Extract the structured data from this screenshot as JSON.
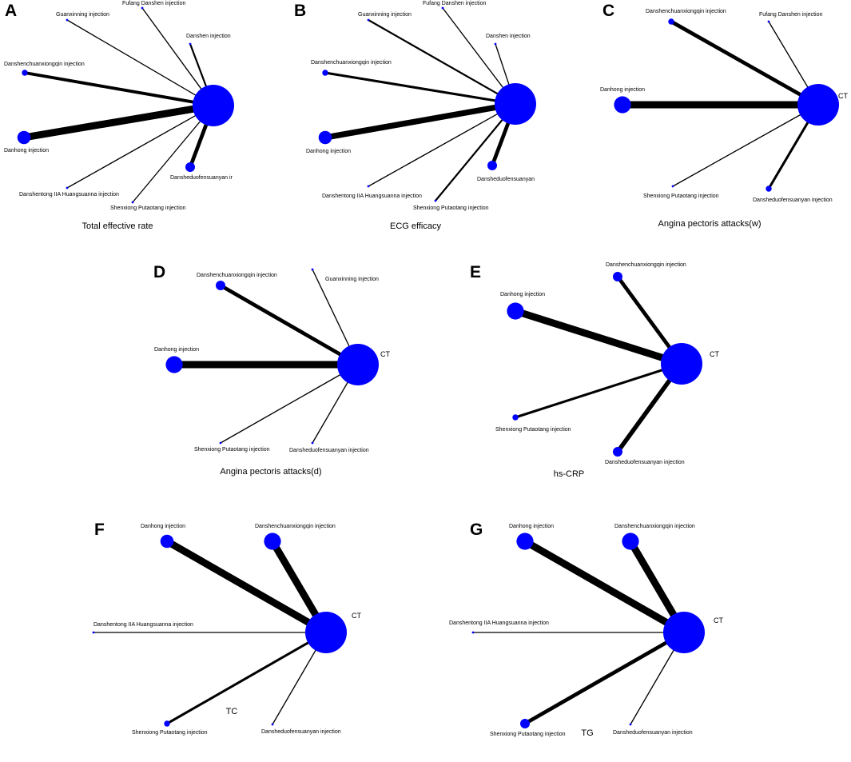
{
  "colors": {
    "node": "#0000ff",
    "edge": "#000000"
  },
  "panels": [
    {
      "letter": "A",
      "caption": "Total effective rate",
      "center": {
        "label": "",
        "size": 10
      },
      "nodes": [
        {
          "label": "Guanxinning injection",
          "size": 1,
          "edge": 1
        },
        {
          "label": "Fufang Danshen injection",
          "size": 1,
          "edge": 1
        },
        {
          "label": "Danshen injection",
          "size": 1,
          "edge": 2
        },
        {
          "label": "Danshenchuanxiongqin injection",
          "size": 2,
          "edge": 4
        },
        {
          "label": "Danhong injection",
          "size": 4,
          "edge": 10
        },
        {
          "label": "Dansheduofensuanyan ir",
          "size": 3,
          "edge": 5
        },
        {
          "label": "Danshentong IIA Huangsuanna injection",
          "size": 1,
          "edge": 1
        },
        {
          "label": "Shenxiong Putaotang injection",
          "size": 1,
          "edge": 1
        }
      ]
    },
    {
      "letter": "B",
      "caption": "ECG efficacy",
      "center": {
        "label": "",
        "size": 10
      },
      "nodes": [
        {
          "label": "Guanxinning injection",
          "size": 1,
          "edge": 2
        },
        {
          "label": "Fufang Danshen injection",
          "size": 1,
          "edge": 1
        },
        {
          "label": "Danshen injection",
          "size": 1,
          "edge": 1
        },
        {
          "label": "Danshenchuanxiongqin injection",
          "size": 2,
          "edge": 3
        },
        {
          "label": "Danhong injection",
          "size": 4,
          "edge": 8
        },
        {
          "label": "Dansheduofensuanyan",
          "size": 3,
          "edge": 5
        },
        {
          "label": "Danshentong IIA Huangsuanna injection",
          "size": 1,
          "edge": 1
        },
        {
          "label": "Shenxiong Putaotang injection",
          "size": 1,
          "edge": 2
        }
      ]
    },
    {
      "letter": "C",
      "caption": "Angina pectoris attacks(w)",
      "center": {
        "label": "CT",
        "size": 10
      },
      "nodes": [
        {
          "label": "Danshenchuanxiongqin injection",
          "size": 2,
          "edge": 5
        },
        {
          "label": "Fufang Danshen injection",
          "size": 1,
          "edge": 1
        },
        {
          "label": "Danhong injection",
          "size": 5,
          "edge": 10
        },
        {
          "label": "Shenxiong Putaotang injection",
          "size": 1,
          "edge": 1
        },
        {
          "label": "Dansheduofensuanyan injection",
          "size": 2,
          "edge": 3
        }
      ]
    },
    {
      "letter": "D",
      "caption": "Angina pectoris attacks(d)",
      "center": {
        "label": "CT",
        "size": 10
      },
      "nodes": [
        {
          "label": "Danshenchuanxiongqin injection",
          "size": 3,
          "edge": 5
        },
        {
          "label": "Guanxinning injection",
          "size": 1,
          "edge": 1
        },
        {
          "label": "Danhong injection",
          "size": 5,
          "edge": 10
        },
        {
          "label": "Shenxiong Putaotang injection",
          "size": 1,
          "edge": 1
        },
        {
          "label": "Dansheduofensuanyan injection",
          "size": 1,
          "edge": 1
        }
      ]
    },
    {
      "letter": "E",
      "caption": "hs-CRP",
      "center": {
        "label": "CT",
        "size": 10
      },
      "nodes": [
        {
          "label": "Danshenchuanxiongqin injection",
          "size": 3,
          "edge": 5
        },
        {
          "label": "Danhong injection",
          "size": 5,
          "edge": 10
        },
        {
          "label": "Shenxiong Putaotang injection",
          "size": 2,
          "edge": 3
        },
        {
          "label": "Dansheduofensuanyan injection",
          "size": 3,
          "edge": 6
        }
      ]
    },
    {
      "letter": "F",
      "caption": "TC",
      "center": {
        "label": "CT",
        "size": 10
      },
      "nodes": [
        {
          "label": "Danhong injection",
          "size": 4,
          "edge": 10
        },
        {
          "label": "Danshenchuanxiongqin injection",
          "size": 5,
          "edge": 10
        },
        {
          "label": "Danshentong IIA Huangsuanna injection",
          "size": 1,
          "edge": 1
        },
        {
          "label": "Shenxiong Putaotang injection",
          "size": 2,
          "edge": 3
        },
        {
          "label": "Dansheduofensuanyan injection",
          "size": 1,
          "edge": 1
        }
      ]
    },
    {
      "letter": "G",
      "caption": "TG",
      "center": {
        "label": "CT",
        "size": 10
      },
      "nodes": [
        {
          "label": "Danhong injection",
          "size": 5,
          "edge": 10
        },
        {
          "label": "Danshenchuanxiongqin injection",
          "size": 5,
          "edge": 10
        },
        {
          "label": "Danshentong IIA Huangsuanna injection",
          "size": 1,
          "edge": 1
        },
        {
          "label": "Shenxiong Putaotang injection",
          "size": 3,
          "edge": 5
        },
        {
          "label": "Dansheduofensuanyan injection",
          "size": 1,
          "edge": 1
        }
      ]
    }
  ]
}
